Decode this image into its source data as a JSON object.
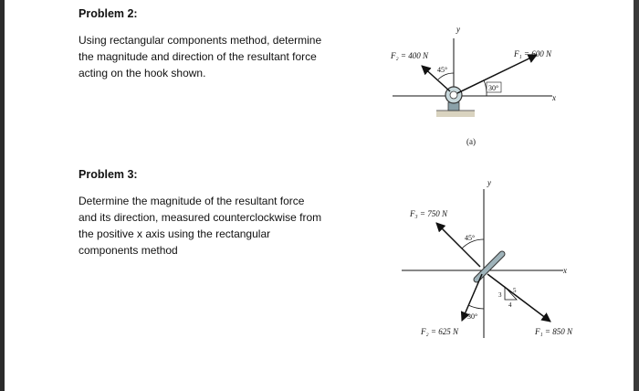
{
  "problems": [
    {
      "heading": "Problem 2:",
      "lines": [
        "Using rectangular components method, determine",
        "the magnitude and direction of the resultant force",
        "acting on the hook shown."
      ]
    },
    {
      "heading": "Problem 3:",
      "lines": [
        "Determine the magnitude of the resultant force",
        "and its direction, measured counterclockwise from",
        "the positive x axis using the rectangular",
        "components method"
      ]
    }
  ],
  "figure_a": {
    "label_f2": "F₂ = 400 N",
    "label_f1": "F₁ = 600 N",
    "angle_45": "45°",
    "angle_30": "30°",
    "axis_y": "y",
    "axis_x": "x",
    "caption": "(a)"
  },
  "figure_b": {
    "label_f3": "F₃ = 750 N",
    "label_f2": "F₂ = 625 N",
    "label_f1": "F₁ = 850 N",
    "angle_45": "45°",
    "angle_30": "30°",
    "ratio_3": "3",
    "ratio_4": "4",
    "ratio_5": "5",
    "axis_y": "y",
    "axis_x": "x"
  },
  "colors": {
    "text": "#111111",
    "edge": "#2b2b2b",
    "hook_fill": "#c8d8dc",
    "ground": "#d9d3bf",
    "rod": "#9fb3ba"
  }
}
